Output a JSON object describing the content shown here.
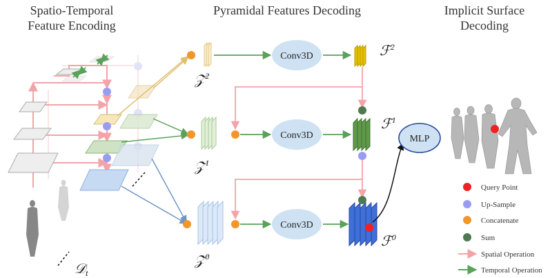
{
  "headings": {
    "encoding_line1": "Spatio-Temporal",
    "encoding_line2": "Feature Encoding",
    "decoding": "Pyramidal Features Decoding",
    "implicit_line1": "Implicit Surface",
    "implicit_line2": "Decoding"
  },
  "blocks": {
    "conv_top": "Conv3D",
    "conv_mid": "Conv3D",
    "conv_bot": "Conv3D",
    "mlp": "MLP"
  },
  "symbols": {
    "z2_base": "𝒵",
    "z2_sup": "2",
    "z1_base": "𝒵",
    "z1_sup": "1",
    "z0_base": "𝒵",
    "z0_sup": "0",
    "f2_base": "ℱ",
    "f2_sup": "2",
    "f1_base": "ℱ",
    "f1_sup": "1",
    "f0_base": "ℱ",
    "f0_sup": "0",
    "d_base": "𝒟",
    "d_sub": "t"
  },
  "legend": {
    "query_point": "Query Point",
    "up_sample": "Up-Sample",
    "concatenate": "Concatenate",
    "sum": "Sum",
    "spatial_op": "Spatial Operation",
    "temporal_op": "Temporal Operation"
  },
  "colors": {
    "spatial": "#f4a3a8",
    "temporal": "#5aa15a",
    "blue_arrow": "#6f95c8",
    "gold_arrow": "#e0c070",
    "query": "#ee2222",
    "upsample": "#9a9cf2",
    "concat": "#f0962c",
    "sum": "#4f7a4f",
    "conv_fill": "#cfe2f3",
    "feat_gold": "#e6c200",
    "feat_green": "#5f9a4a",
    "feat_blue": "#3f6fd8"
  }
}
